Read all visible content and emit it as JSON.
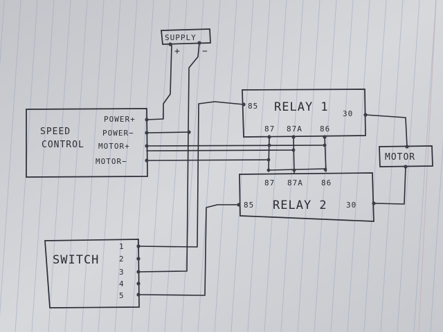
{
  "colors": {
    "paper": "#d2d4d8",
    "rule_line": "#9aa7c0",
    "margin_line": "#c9a9b4",
    "ink": "#2b2d36"
  },
  "supply": {
    "label": "SUPPLY",
    "plus": "+",
    "minus": "−"
  },
  "speed_control": {
    "label_line1": "SPEED",
    "label_line2": "CONTROL",
    "terminals": [
      "POWER+",
      "POWER−",
      "MOTOR+",
      "MOTOR−"
    ]
  },
  "relay1": {
    "label": "RELAY 1",
    "pin_left": "85",
    "pin_right": "30",
    "pins_bottom": [
      "87",
      "87A",
      "86"
    ]
  },
  "relay2": {
    "label": "RELAY 2",
    "pin_left": "85",
    "pin_right": "30",
    "pins_top": [
      "87",
      "87A",
      "86"
    ]
  },
  "motor": {
    "label": "MOTOR"
  },
  "switch": {
    "label": "SWITCH",
    "terminals": [
      "1",
      "2",
      "3",
      "4",
      "5"
    ]
  }
}
